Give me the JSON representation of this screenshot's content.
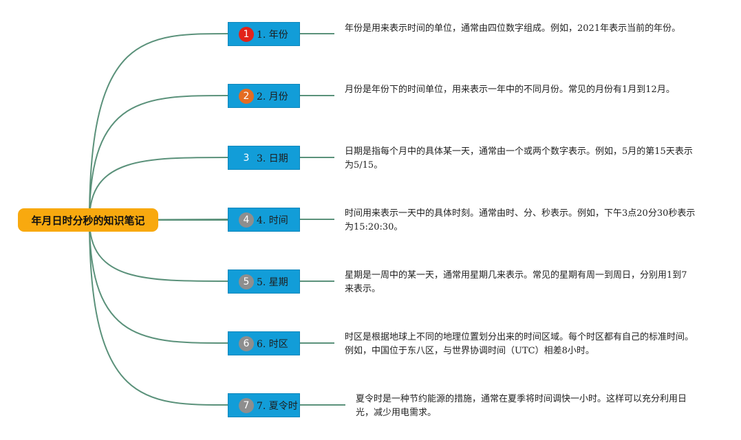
{
  "root": {
    "label": "年月日时分秒的知识笔记"
  },
  "branches": [
    {
      "num": "1",
      "label": "1. 年份",
      "badge_color": "#e2231a",
      "text": "年份是用来表示时间的单位，通常由四位数字组成。例如，2021年表示当前的年份。"
    },
    {
      "num": "2",
      "label": "2. 月份",
      "badge_color": "#e46c22",
      "text": "月份是年份下的时间单位，用来表示一年中的不同月份。常见的月份有1月到12月。"
    },
    {
      "num": "3",
      "label": "3. 日期",
      "badge_color": "#129dd8",
      "text": "日期是指每个月中的具体某一天，通常由一个或两个数字表示。例如，5月的第15天表示为5/15。"
    },
    {
      "num": "4",
      "label": "4. 时间",
      "badge_color": "#8e8e8e",
      "text": "时间用来表示一天中的具体时刻。通常由时、分、秒表示。例如，下午3点20分30秒表示为15:20:30。"
    },
    {
      "num": "5",
      "label": "5. 星期",
      "badge_color": "#8e8e8e",
      "text": "星期是一周中的某一天，通常用星期几来表示。常见的星期有周一到周日，分别用1到7来表示。"
    },
    {
      "num": "6",
      "label": "6. 时区",
      "badge_color": "#8e8e8e",
      "text": "时区是根据地球上不同的地理位置划分出来的时间区域。每个时区都有自己的标准时间。例如，中国位于东八区，与世界协调时间（UTC）相差8小时。"
    },
    {
      "num": "7",
      "label": "7. 夏令时",
      "badge_color": "#8e8e8e",
      "text": "夏令时是一种节约能源的措施，通常在夏季将时间调快一小时。这样可以充分利用日光，减少用电需求。"
    }
  ],
  "colors": {
    "root_bg": "#f8a90f",
    "branch_bg": "#129dd8",
    "connector": "#5a917a"
  }
}
